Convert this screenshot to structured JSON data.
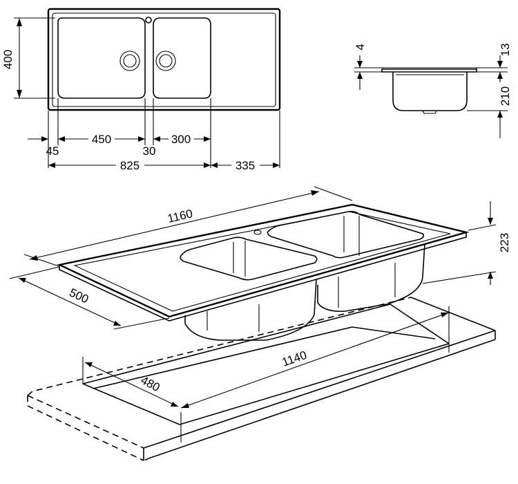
{
  "plan_view": {
    "dim_height": "400",
    "dim_left_margin": "45",
    "dim_bowl_left": "450",
    "dim_gap": "30",
    "dim_bowl_right": "300",
    "dim_bowls_total": "825",
    "dim_drainer": "335"
  },
  "section_view": {
    "dim_flange": "4",
    "dim_top": "13",
    "dim_depth": "210"
  },
  "iso_view": {
    "dim_length": "1160",
    "dim_width": "500",
    "dim_height": "223",
    "dim_cutout_length": "1140",
    "dim_cutout_width": "480"
  }
}
